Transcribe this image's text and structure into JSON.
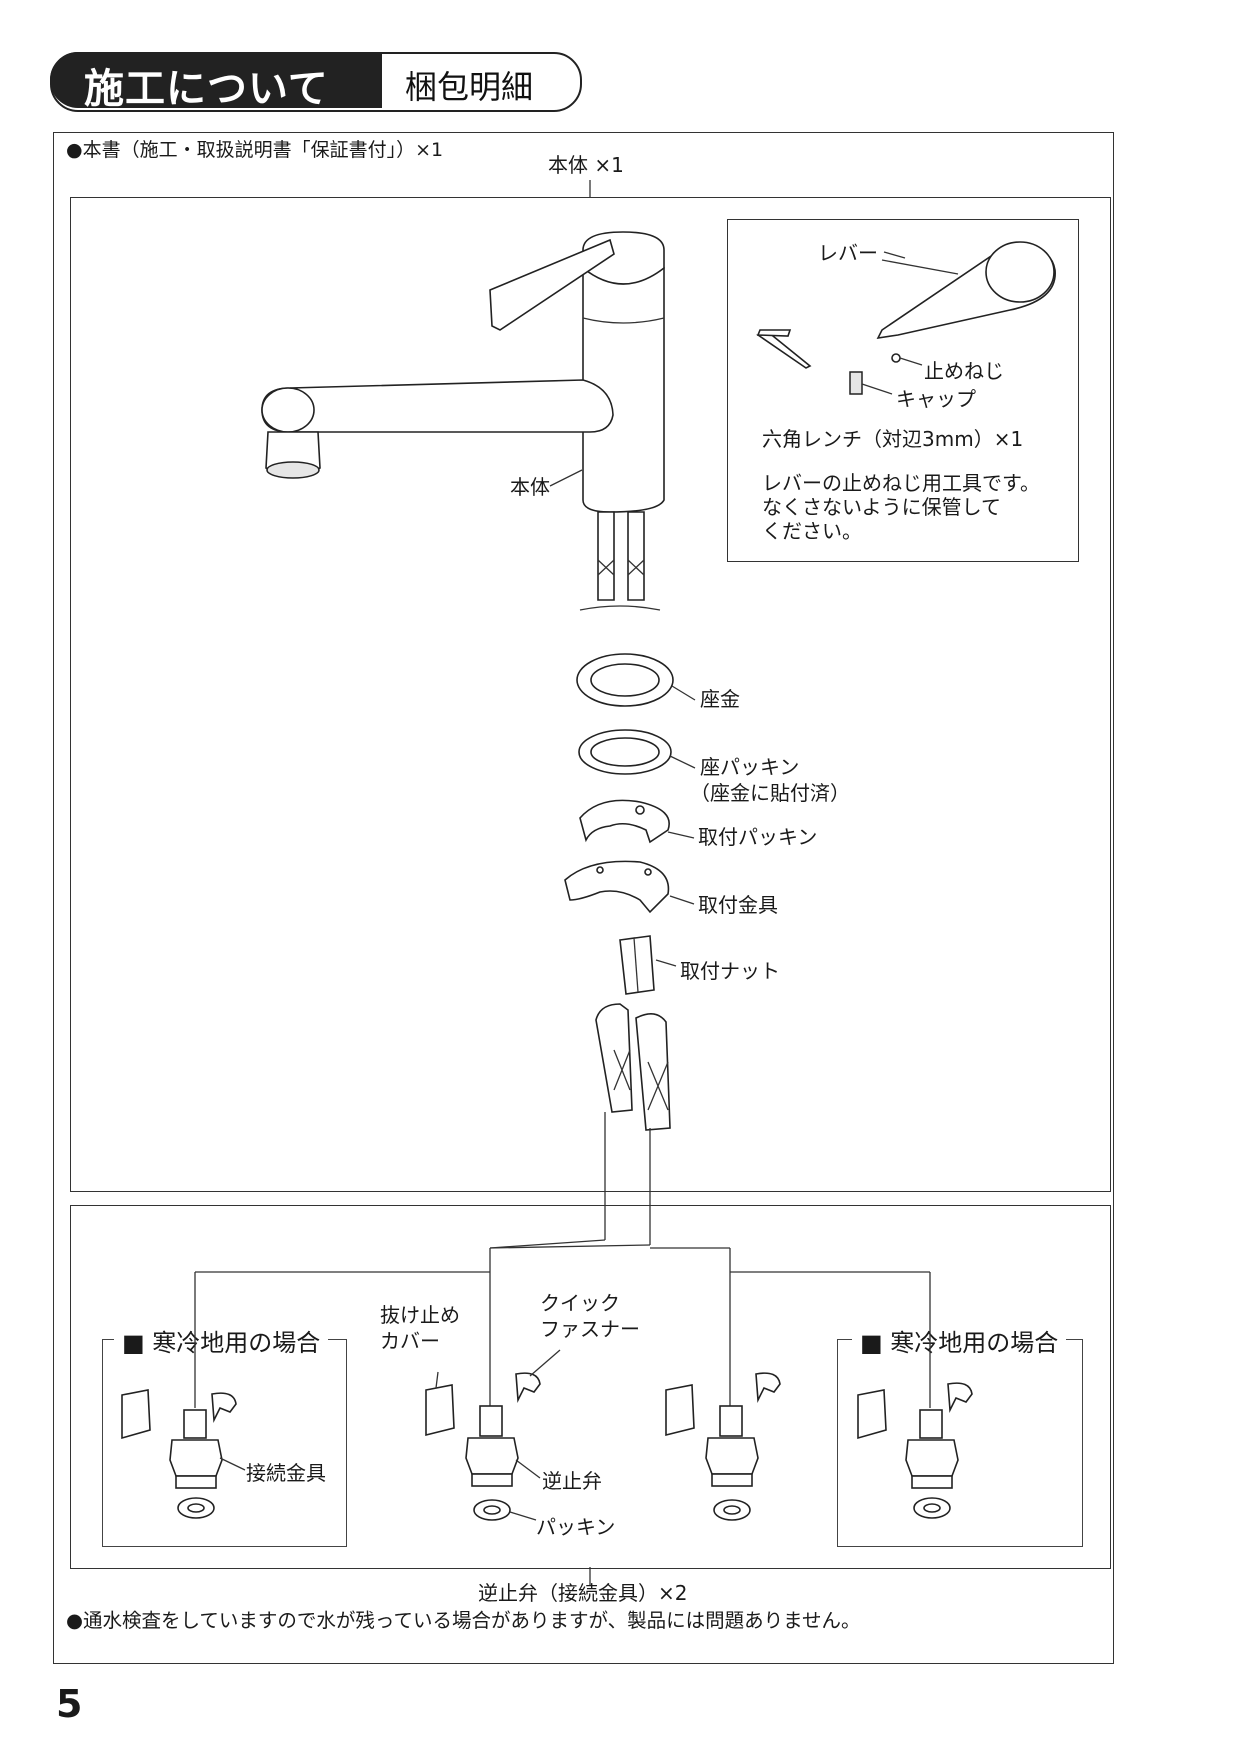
{
  "header": {
    "section_title": "施工について",
    "section_subtitle": "梱包明細"
  },
  "notes": {
    "manual": "●本書（施工・取扱説明書「保証書付」）×1",
    "water_note": "●通水検査をしていますので水が残っている場合がありますが、製品には問題ありません。"
  },
  "body_unit": {
    "top_label": "本体 ×1",
    "side_label": "本体"
  },
  "inset": {
    "lever": "レバー",
    "set_screw": "止めねじ",
    "cap": "キャップ",
    "hex_wrench": "六角レンチ（対辺3mm）×1",
    "note_lines": [
      "レバーの止めねじ用工具です。",
      "なくさないように保管して",
      "ください。"
    ]
  },
  "parts": {
    "washer": "座金",
    "seat_packing_1": "座パッキン",
    "seat_packing_2": "（座金に貼付済）",
    "mount_packing": "取付パッキン",
    "mount_bracket": "取付金具",
    "mount_nut": "取付ナット"
  },
  "check_valves": {
    "cold_region_left": "■ 寒冷地用の場合",
    "cold_region_right": "■ 寒冷地用の場合",
    "connection_fitting": "接続金具",
    "retainer_cover_1": "抜け止め",
    "retainer_cover_2": "カバー",
    "quick_fastener_1": "クイック",
    "quick_fastener_2": "ファスナー",
    "check_valve": "逆止弁",
    "packing": "パッキン",
    "bottom_label": "逆止弁（接続金具）×2"
  },
  "page_number": "5"
}
